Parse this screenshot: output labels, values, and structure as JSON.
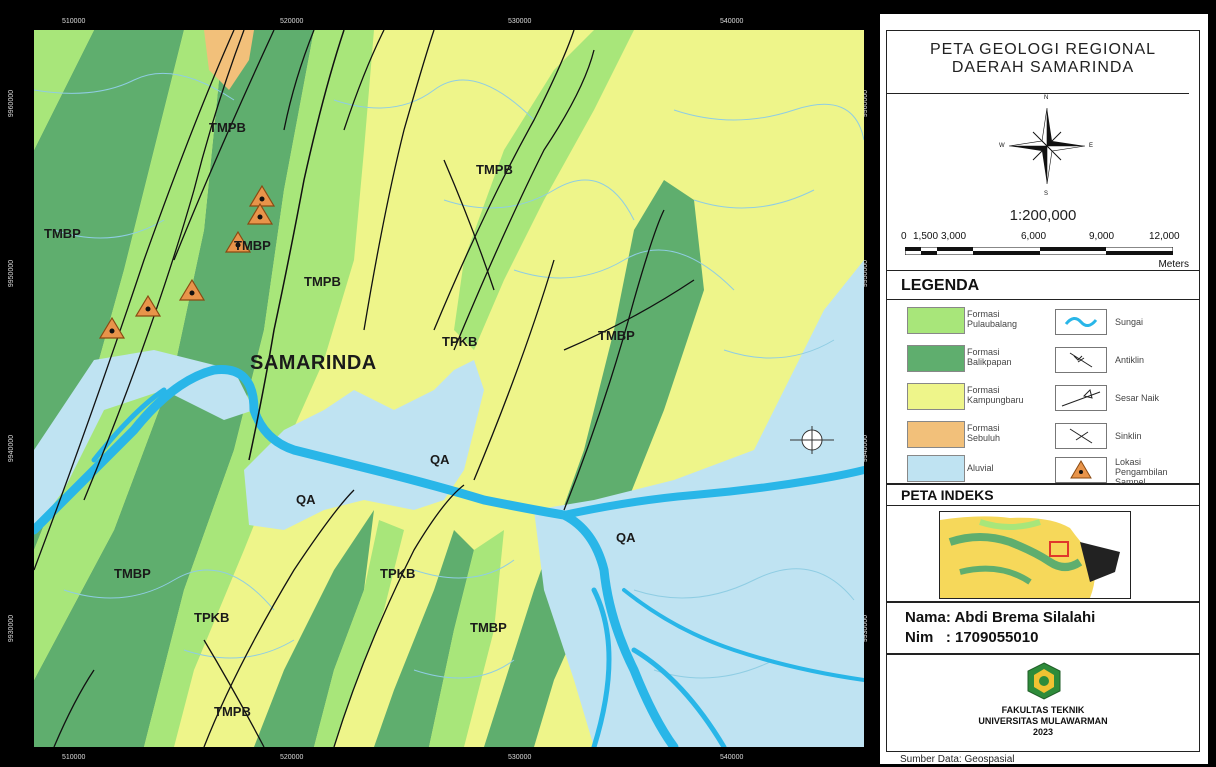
{
  "map": {
    "coords_top": [
      "510000",
      "520000",
      "530000",
      "540000"
    ],
    "coords_bottom": [
      "510000",
      "520000",
      "530000",
      "540000"
    ],
    "coords_left": [
      "9960000",
      "9950000",
      "9940000",
      "9930000"
    ],
    "coords_right": [
      "9960000",
      "9950000",
      "9940000",
      "9930000"
    ],
    "city": "SAMARINDA",
    "units": {
      "tmpb": "TMPB",
      "tmbp": "TMBP",
      "tpkb": "TPKB",
      "qa": "QA"
    },
    "colors": {
      "pulaubalang": "#a8e67a",
      "balikpapan": "#5fae6e",
      "kampungbaru": "#eef58a",
      "sebuluh": "#f2c07a",
      "aluvial": "#bfe3f2",
      "river": "#29b6e8"
    }
  },
  "title": {
    "line1": "PETA GEOLOGI REGIONAL",
    "line2": "DAERAH SAMARINDA"
  },
  "compass": {
    "n": "N",
    "s": "S",
    "e": "E",
    "w": "W"
  },
  "scale": {
    "ratio": "1:200,000",
    "ticks": [
      "0",
      "1,500",
      "3,000",
      "6,000",
      "9,000",
      "12,000"
    ],
    "unit": "Meters"
  },
  "legend": {
    "title": "LEGENDA",
    "items": [
      {
        "label": "Formasi Pulaubalang",
        "color": "#a8e67a"
      },
      {
        "label": "Formasi Balikpapan",
        "color": "#5fae6e"
      },
      {
        "label": "Formasi Kampungbaru",
        "color": "#eef58a"
      },
      {
        "label": "Formasi Sebuluh",
        "color": "#f2c07a"
      },
      {
        "label": "Aluvial",
        "color": "#bfe3f2"
      }
    ],
    "symbols": [
      {
        "label": "Sungai",
        "icon": "river-icon"
      },
      {
        "label": "Antiklin",
        "icon": "anticline-icon"
      },
      {
        "label": "Sesar Naik",
        "icon": "thrust-fault-icon"
      },
      {
        "label": "Sinklin",
        "icon": "syncline-icon"
      },
      {
        "label": "Lokasi Pengambilan Sampel",
        "icon": "sample-location-icon"
      }
    ]
  },
  "index_map": {
    "title": "PETA INDEKS"
  },
  "author": {
    "name_line": "Nama: Abdi Brema Silalahi",
    "nim_line": "Nim   : 1709055010"
  },
  "institution": {
    "line1": "FAKULTAS TEKNIK",
    "line2": "UNIVERSITAS MULAWARMAN",
    "line3": "2023"
  },
  "source": "Sumber Data: Geospasial"
}
